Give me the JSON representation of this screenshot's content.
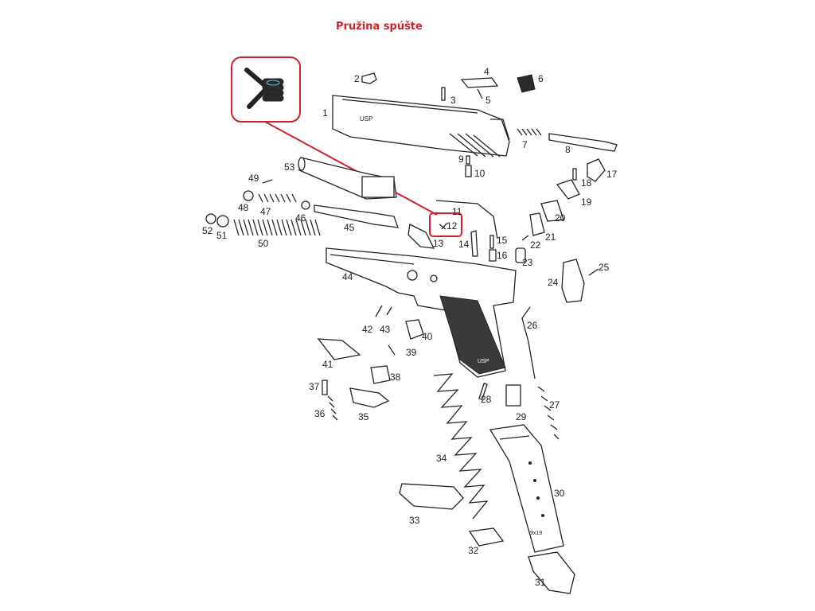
{
  "title": "Pružina spúšte",
  "highlight_color": "#d0202a",
  "callouts": [
    "1",
    "2",
    "3",
    "4",
    "5",
    "6",
    "7",
    "8",
    "9",
    "10",
    "11",
    "12",
    "13",
    "14",
    "15",
    "16",
    "17",
    "18",
    "19",
    "20",
    "21",
    "22",
    "23",
    "24",
    "25",
    "26",
    "27",
    "28",
    "29",
    "30",
    "31",
    "32",
    "33",
    "34",
    "35",
    "36",
    "37",
    "38",
    "39",
    "40",
    "41",
    "42",
    "43",
    "44",
    "45",
    "46",
    "47",
    "48",
    "49",
    "50",
    "51",
    "52",
    "53"
  ],
  "highlighted_part": "12",
  "engravings": {
    "slide_model": "USP",
    "grip_model": "USP",
    "magazine_caliber": "9x19"
  }
}
